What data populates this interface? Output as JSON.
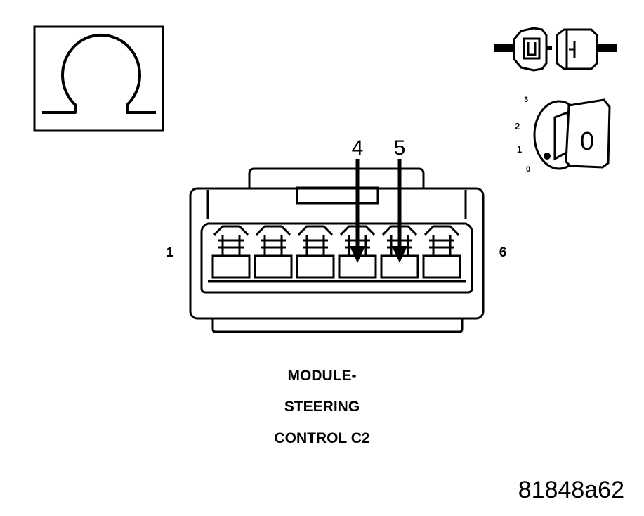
{
  "meter": {
    "symbol": "Ω",
    "icon": "ohmmeter-icon"
  },
  "connector_icon": "connector-disconnected-icon",
  "ignition": {
    "icon": "ignition-key-icon",
    "positions": [
      "0",
      "1",
      "2",
      "3"
    ],
    "key_position": "0"
  },
  "connector": {
    "pin_first": "1",
    "pin_last": "6",
    "test_pins": [
      "4",
      "5"
    ]
  },
  "caption": {
    "line1": "MODULE-",
    "line2": "STEERING",
    "line3": "CONTROL C2"
  },
  "figure_id": "81848a62"
}
